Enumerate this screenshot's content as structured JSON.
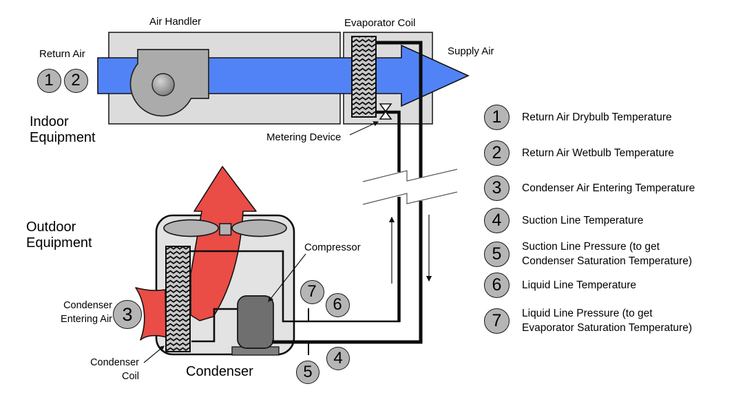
{
  "title": "Air conditioning system measurement points diagram",
  "colors": {
    "supply_air_blue": "#5283f6",
    "hot_air_red": "#ea4c46",
    "equipment_box_gray": "#dcdcdc",
    "condenser_unit_gray": "#e3e3e3",
    "marker_circle_gray": "#b5b5b5",
    "compressor_gray": "#6f6f6f",
    "pipe_black": "#0d0d0d"
  },
  "diagram": {
    "labels": {
      "air_handler": "Air Handler",
      "evaporator_coil": "Evaporator Coil",
      "return_air": "Return Air",
      "supply_air": "Supply Air",
      "indoor_equipment": "Indoor\nEquipment",
      "metering_device": "Metering Device",
      "outdoor_equipment": "Outdoor\nEquipment",
      "condenser_entering_air": "Condenser\nEntering Air",
      "compressor": "Compressor",
      "condenser_coil": "Condenser\nCoil",
      "condenser": "Condenser"
    },
    "markers": {
      "m1": "1",
      "m2": "2",
      "m3": "3",
      "m4": "4",
      "m5": "5",
      "m6": "6",
      "m7": "7"
    }
  },
  "legend": {
    "items": [
      {
        "num": "1",
        "label": "Return Air Drybulb Temperature"
      },
      {
        "num": "2",
        "label": "Return Air Wetbulb Temperature"
      },
      {
        "num": "3",
        "label": "Condenser Air Entering Temperature"
      },
      {
        "num": "4",
        "label": "Suction Line Temperature"
      },
      {
        "num": "5",
        "label": "Suction Line Pressure (to get\nCondenser Saturation Temperature)"
      },
      {
        "num": "6",
        "label": "Liquid Line Temperature"
      },
      {
        "num": "7",
        "label": "Liquid Line Pressure (to get\nEvaporator Saturation Temperature)"
      }
    ]
  }
}
